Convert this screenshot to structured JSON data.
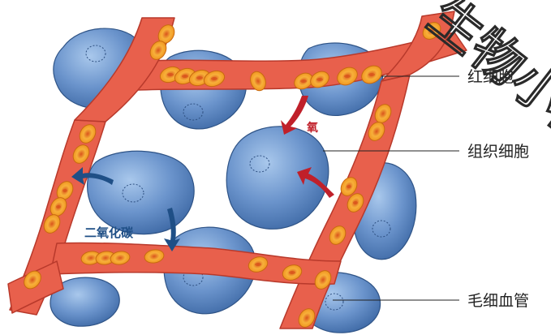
{
  "labels": {
    "red_blood_cell": "红细胞",
    "tissue_cell": "组织细胞",
    "capillary": "毛细血管",
    "oxygen": "氧",
    "carbon_dioxide": "二氧化碳"
  },
  "watermark": "生物小图",
  "colors": {
    "capillary": "#e8604c",
    "capillary_outline": "#b8392b",
    "red_cell": "#f39a1e",
    "red_cell_core": "#d9531c",
    "tissue_cell": "#5b86c0",
    "tissue_cell_light": "#9fc0e6",
    "oxygen_arrow": "#c0202a",
    "co2_arrow": "#1f4f86"
  }
}
